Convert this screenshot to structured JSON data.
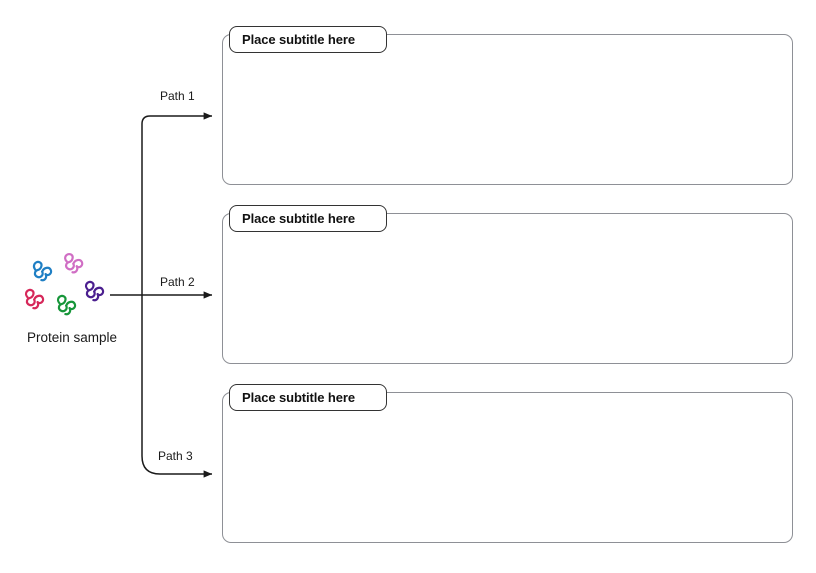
{
  "diagram": {
    "source": {
      "label": "Protein sample",
      "icon": "protein-cluster-icon",
      "proteins": [
        {
          "name": "protein-blue",
          "color": "#1f7fc4"
        },
        {
          "name": "protein-pink",
          "color": "#d06ec4"
        },
        {
          "name": "protein-purple",
          "color": "#4b1f8f"
        },
        {
          "name": "protein-crimson",
          "color": "#d6285a"
        },
        {
          "name": "protein-green",
          "color": "#17963a"
        }
      ]
    },
    "branches": [
      {
        "label": "Path 1",
        "arrow": "arrow-right-icon"
      },
      {
        "label": "Path 2",
        "arrow": "arrow-right-icon"
      },
      {
        "label": "Path 3",
        "arrow": "arrow-right-icon"
      }
    ],
    "panels": [
      {
        "subtitle": "Place subtitle here",
        "body": ""
      },
      {
        "subtitle": "Place subtitle here",
        "body": ""
      },
      {
        "subtitle": "Place subtitle here",
        "body": ""
      }
    ],
    "colors": {
      "background": "#ffffff",
      "panel_border": "#8e9096",
      "chip_border": "#333333",
      "connector": "#1a1a1a",
      "text": "#1a1a1a"
    }
  }
}
